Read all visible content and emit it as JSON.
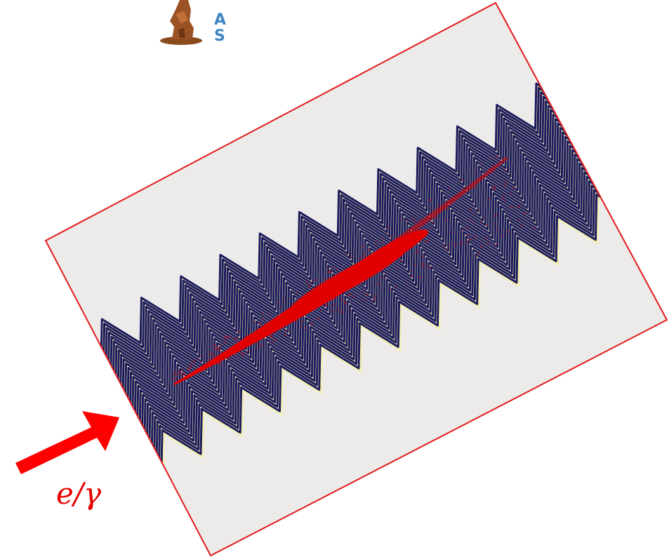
{
  "logo": {
    "icon": "atlas-figure-icon",
    "letters": [
      "A",
      "S"
    ],
    "letter_color": "#3f86c4"
  },
  "figure": {
    "frame_color": "#e31b1b",
    "background_color": "#ecebea",
    "absorber_color": "#1c1c5e",
    "gap_color": "#f2eeb0",
    "shower_color": "#e10000"
  },
  "beam_arrow": {
    "icon": "beam-arrow-icon",
    "color": "#ff0000"
  },
  "particle_label": "e/γ"
}
